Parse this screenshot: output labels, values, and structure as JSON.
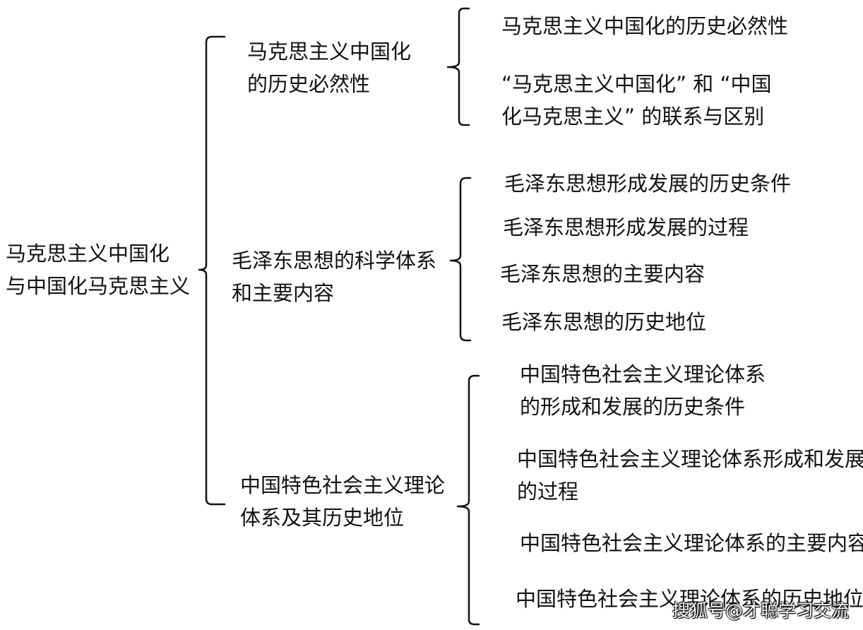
{
  "root": {
    "lines": [
      "马克思主义中国化",
      "与中国化马克思主义"
    ]
  },
  "sections": [
    {
      "title_lines": [
        "马克思主义中国化",
        "的历史必然性"
      ],
      "items": [
        {
          "lines": [
            "马克思主义中国化的历史必然性"
          ]
        },
        {
          "lines": [
            "“马克思主义中国化” 和 “中国",
            "化马克思主义” 的联系与区别"
          ]
        }
      ]
    },
    {
      "title_lines": [
        "毛泽东思想的科学体系",
        "和主要内容"
      ],
      "items": [
        {
          "lines": [
            "毛泽东思想形成发展的历史条件"
          ]
        },
        {
          "lines": [
            "毛泽东思想形成发展的过程"
          ]
        },
        {
          "lines": [
            "毛泽东思想的主要内容"
          ]
        },
        {
          "lines": [
            "毛泽东思想的历史地位"
          ]
        }
      ]
    },
    {
      "title_lines": [
        "中国特色社会主义理论",
        "体系及其历史地位"
      ],
      "items": [
        {
          "lines": [
            "中国特色社会主义理论体系",
            "的形成和发展的历史条件"
          ]
        },
        {
          "lines": [
            "中国特色社会主义理论体系形成和发展",
            "的过程"
          ]
        },
        {
          "lines": [
            "中国特色社会主义理论体系的主要内容"
          ]
        },
        {
          "lines": [
            "中国特色社会主义理论体系的历史地位"
          ]
        }
      ]
    }
  ],
  "watermark": "搜狐号@才聪学习交流"
}
